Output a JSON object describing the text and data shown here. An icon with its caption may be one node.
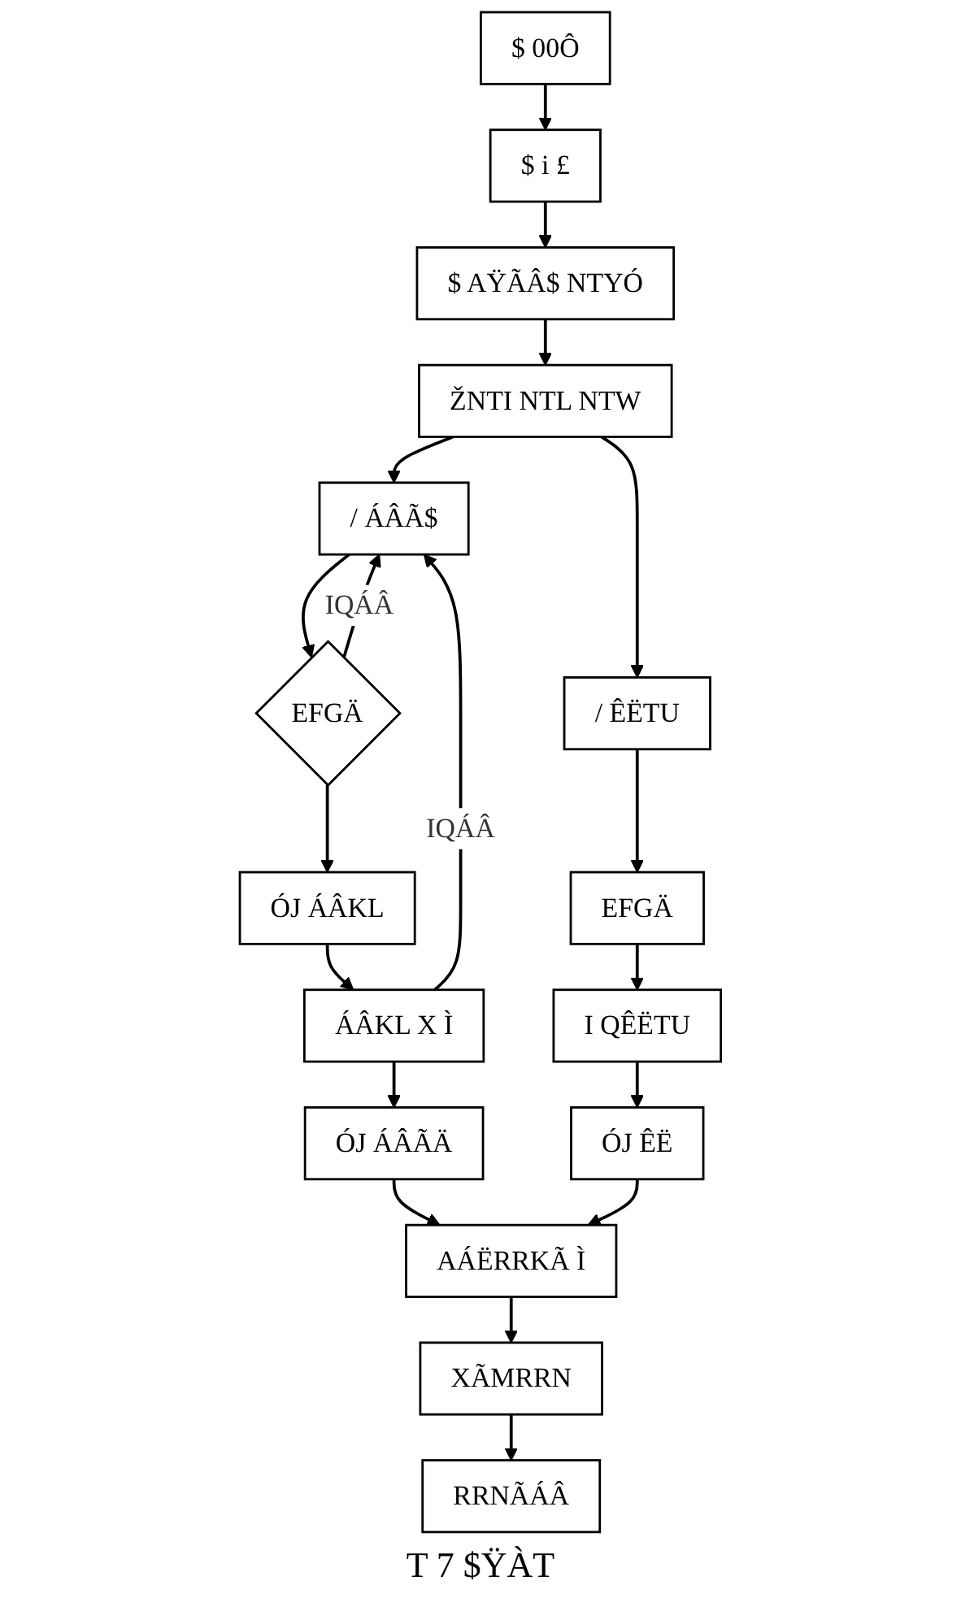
{
  "diagram": {
    "caption": "T 7 $ŸÀT",
    "nodes": [
      {
        "text": [
          "$ 00Ô"
        ]
      },
      {
        "text": [
          "$ i £"
        ]
      },
      {
        "text": [
          "$ AŸÃÂ$ NTYÓ"
        ]
      },
      {
        "text": [
          "ŽNTI NTL NTW"
        ]
      },
      {
        "text": [
          "/ ÁÂÃ$"
        ]
      },
      {
        "text": [
          "EFGÄ"
        ]
      },
      {
        "text": [
          "ÓJ ÁÂKL"
        ]
      },
      {
        "text": [
          "ÁÂKL X Ì"
        ]
      },
      {
        "text": [
          "ÓJ ÁÂÃÄ"
        ]
      },
      {
        "text": [
          "/ ÊËTU"
        ]
      },
      {
        "text": [
          "EFGÄ"
        ]
      },
      {
        "text": [
          "I QÊËTU"
        ]
      },
      {
        "text": [
          "ÓJ ÊË"
        ]
      },
      {
        "text": [
          "AÁËRRKÃ Ì"
        ]
      },
      {
        "text": [
          "XÃMRRN"
        ]
      },
      {
        "text": [
          "RRNÃÁÂ"
        ]
      }
    ],
    "edges": [
      {
        "from": 0,
        "to": 1,
        "arrow": "to"
      },
      {
        "from": 1,
        "to": 2,
        "arrow": "to"
      },
      {
        "from": 2,
        "to": 3,
        "arrow": "to"
      },
      {
        "from": 3,
        "to": 4,
        "arrow": "to"
      },
      {
        "from": 3,
        "to": 9,
        "arrow": "to"
      },
      {
        "from": 4,
        "to": 5,
        "arrow": "to"
      },
      {
        "from": 5,
        "to": 4,
        "arrow": "to",
        "label": "IQÁÂ"
      },
      {
        "from": 5,
        "to": 6,
        "arrow": "to"
      },
      {
        "from": 6,
        "to": 7,
        "arrow": "to"
      },
      {
        "from": 7,
        "to": 4,
        "arrow": "to",
        "label": "IQÁÂ"
      },
      {
        "from": 7,
        "to": 8,
        "arrow": "to"
      },
      {
        "from": 9,
        "to": 10,
        "arrow": "to"
      },
      {
        "from": 10,
        "to": 11,
        "arrow": "to"
      },
      {
        "from": 11,
        "to": 12,
        "arrow": "to"
      },
      {
        "from": 8,
        "to": 13,
        "arrow": "to"
      },
      {
        "from": 12,
        "to": 13,
        "arrow": "to"
      },
      {
        "from": 13,
        "to": 14,
        "arrow": "to"
      },
      {
        "from": 14,
        "to": 15,
        "arrow": "to"
      }
    ]
  }
}
